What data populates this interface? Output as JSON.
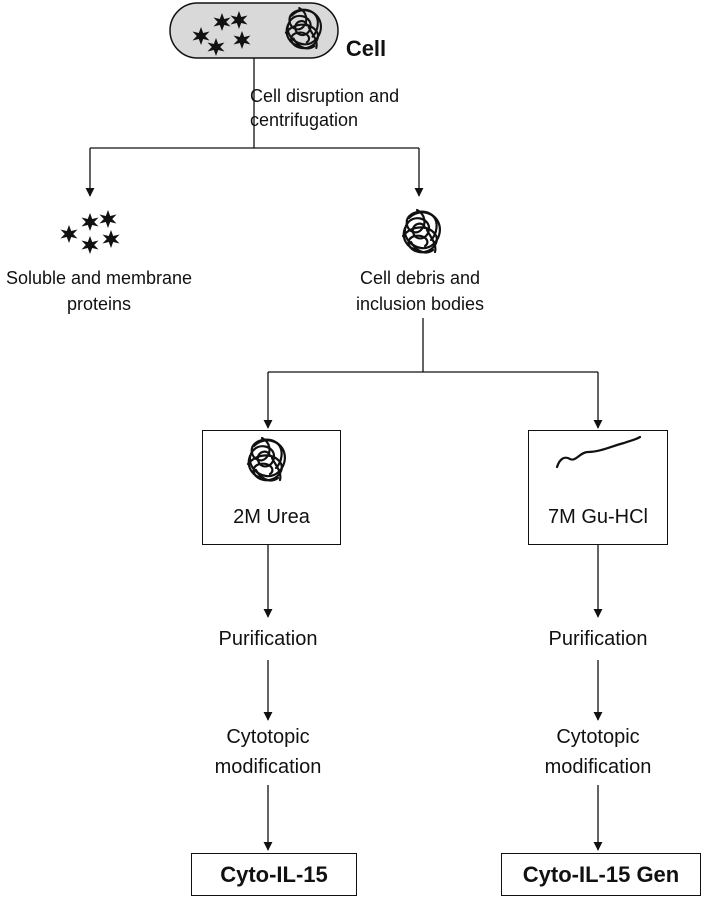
{
  "cell_label": "Cell",
  "step1": {
    "line1": "Cell disruption and",
    "line2": "centrifugation"
  },
  "left_branch": {
    "line1": "Soluble and membrane",
    "line2": "proteins"
  },
  "right_branch": {
    "line1": "Cell debris and",
    "line2": "inclusion bodies"
  },
  "urea_box": {
    "label": "2M Urea"
  },
  "guhcl_box": {
    "label": "7M Gu-HCl"
  },
  "left_path": {
    "purification": "Purification",
    "modification_line1": "Cytotopic",
    "modification_line2": "modification",
    "product": "Cyto-IL-15"
  },
  "right_path": {
    "purification": "Purification",
    "modification_line1": "Cytotopic",
    "modification_line2": "modification",
    "product": "Cyto-IL-15 Gen"
  },
  "colors": {
    "line": "#111111",
    "cell_fill": "#d9d9d9"
  }
}
